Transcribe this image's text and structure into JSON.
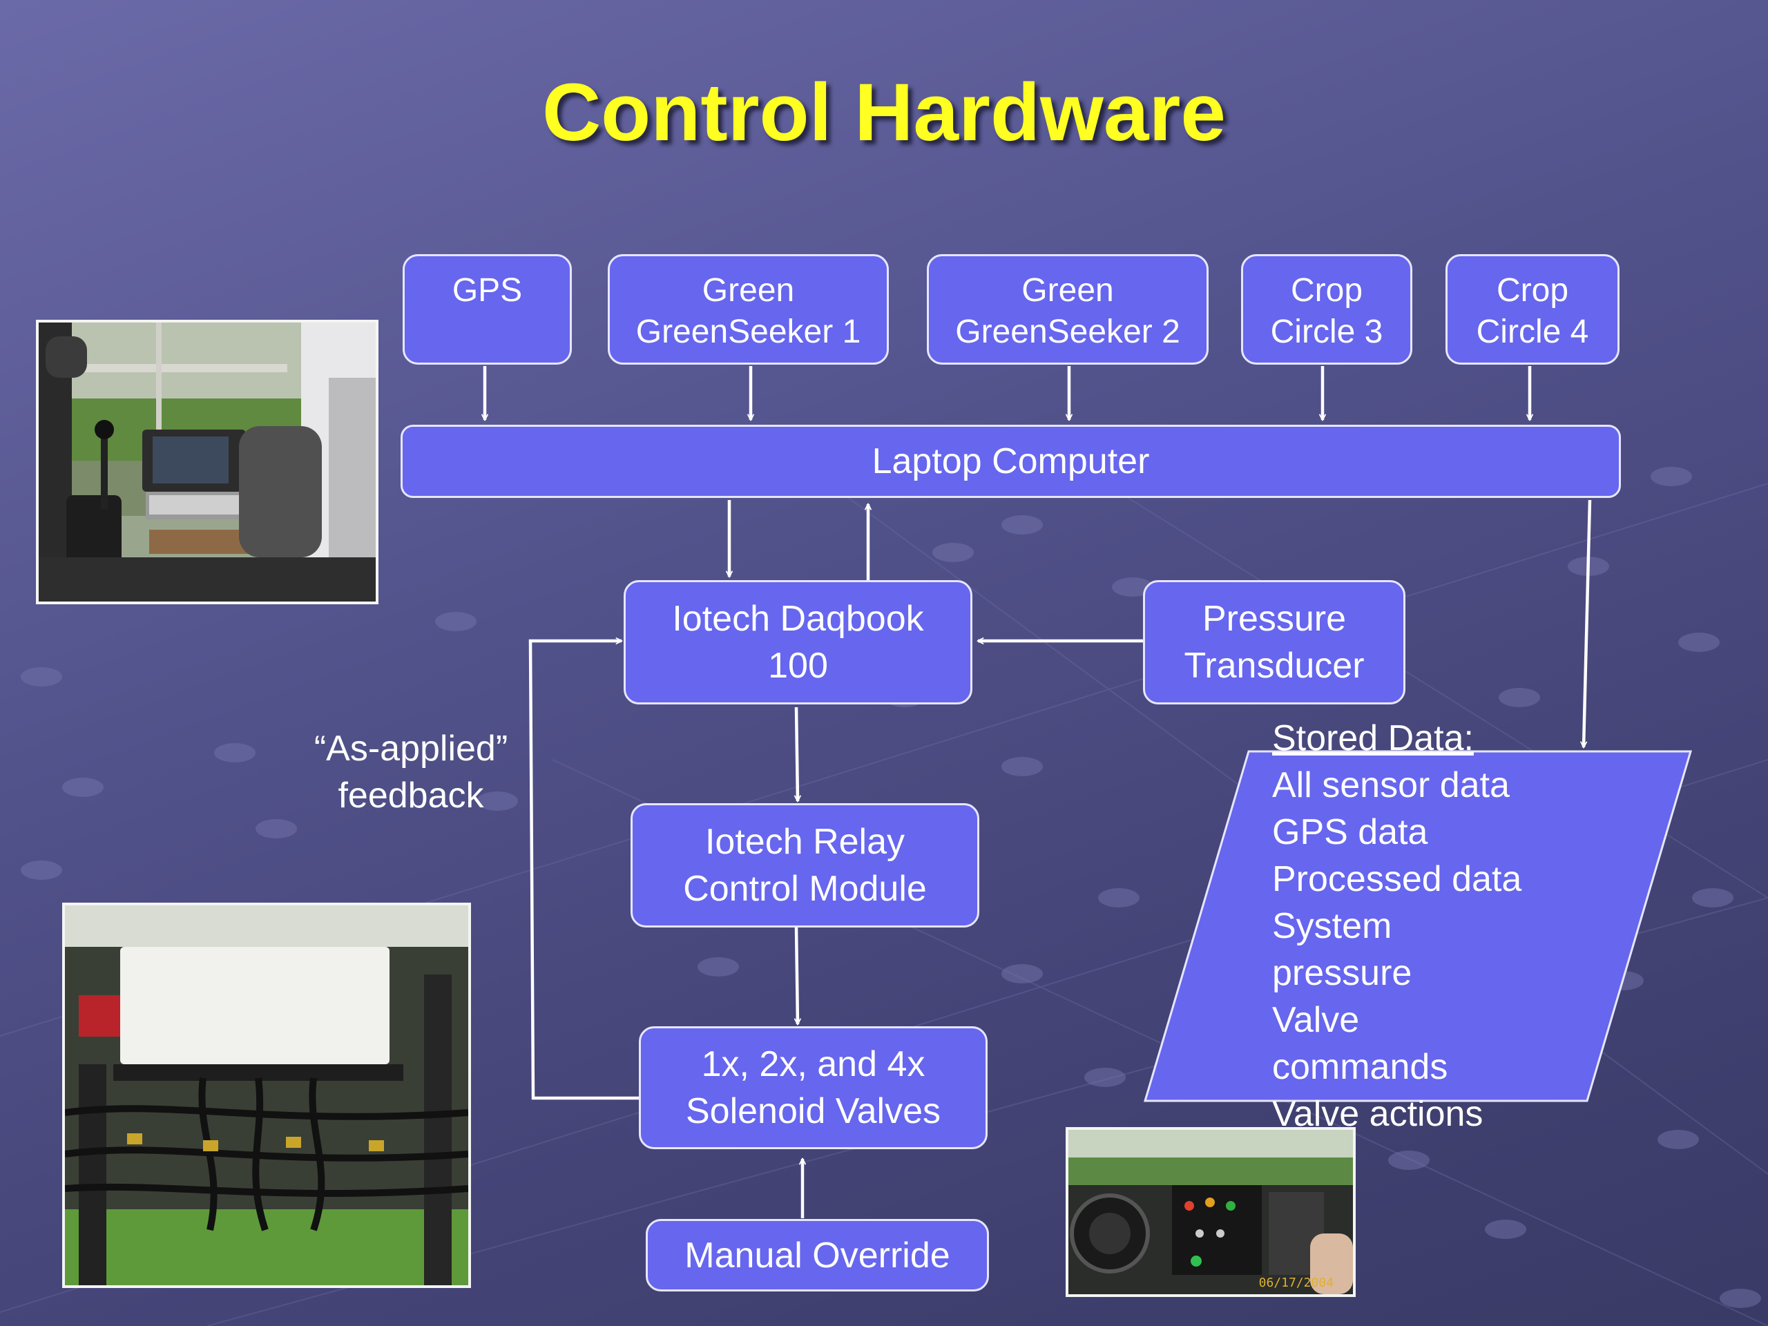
{
  "title": "Control Hardware",
  "sensors": {
    "gps": "GPS",
    "gs1": [
      "Green",
      "GreenSeeker 1"
    ],
    "gs2": [
      "Green",
      "GreenSeeker 2"
    ],
    "cc3": [
      "Crop",
      "Circle 3"
    ],
    "cc4": [
      "Crop",
      "Circle 4"
    ]
  },
  "laptop": "Laptop Computer",
  "daqbook": [
    "Iotech Daqbook",
    "100"
  ],
  "pressure": [
    "Pressure",
    "Transducer"
  ],
  "relay": [
    "Iotech Relay",
    "Control Module"
  ],
  "valves": [
    "1x, 2x, and 4x",
    "Solenoid Valves"
  ],
  "override": "Manual Override",
  "feedback": [
    "“As-applied”",
    "feedback"
  ],
  "stored": {
    "heading": "Stored Data:",
    "lines": [
      "All sensor data",
      "GPS data",
      "Processed data",
      "System",
      "pressure",
      "Valve",
      "commands",
      "Valve actions"
    ]
  },
  "photo_stamp": "06/17/2004",
  "colors": {
    "title": "#ffff22",
    "box_fill": "#6666ee",
    "box_border": "#e6e6ff",
    "background": "#55558f"
  }
}
